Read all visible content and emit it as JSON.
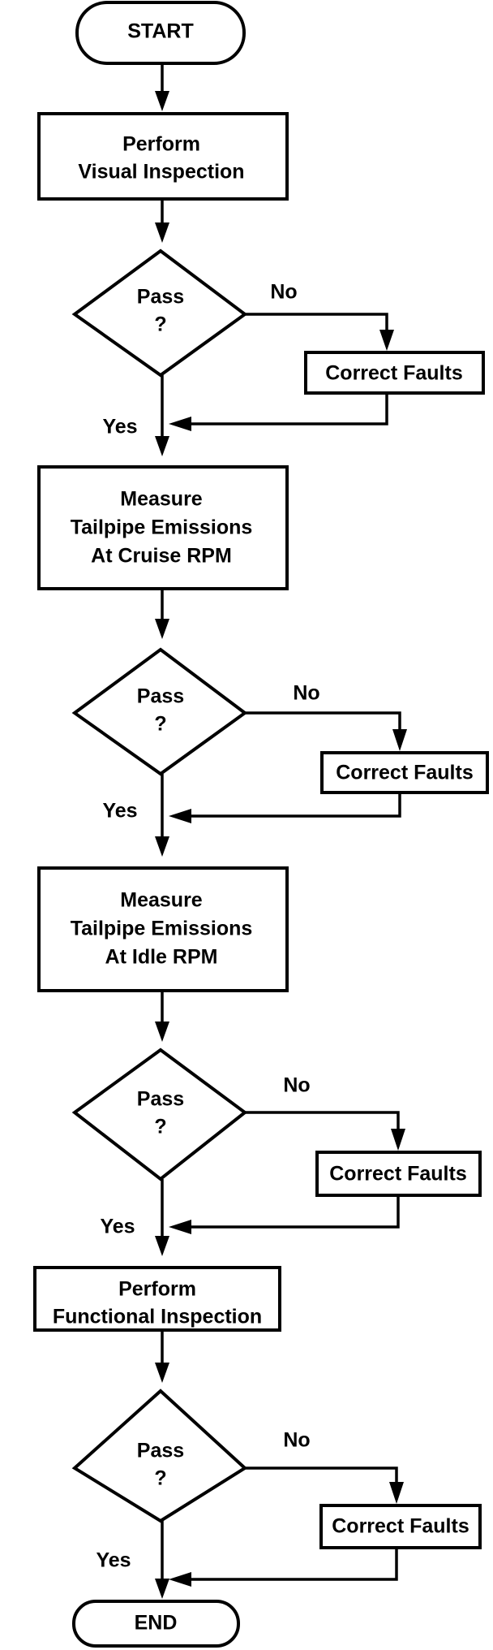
{
  "start_label": "START",
  "end_label": "END",
  "steps": [
    {
      "lines": [
        "Perform",
        "Visual Inspection"
      ]
    },
    {
      "lines": [
        "Measure",
        "Tailpipe Emissions",
        "At Cruise RPM"
      ]
    },
    {
      "lines": [
        "Measure",
        "Tailpipe Emissions",
        "At Idle RPM"
      ]
    },
    {
      "lines": [
        "Perform",
        "Functional Inspection"
      ]
    }
  ],
  "decisions": [
    {
      "question_lines": [
        "Pass",
        "?"
      ],
      "no_label": "No",
      "yes_label": "Yes",
      "fix_label": "Correct Faults"
    },
    {
      "question_lines": [
        "Pass",
        "?"
      ],
      "no_label": "No",
      "yes_label": "Yes",
      "fix_label": "Correct Faults"
    },
    {
      "question_lines": [
        "Pass",
        "?"
      ],
      "no_label": "No",
      "yes_label": "Yes",
      "fix_label": "Correct Faults"
    },
    {
      "question_lines": [
        "Pass",
        "?"
      ],
      "no_label": "No",
      "yes_label": "Yes",
      "fix_label": "Correct Faults"
    }
  ],
  "colors": {
    "stroke": "#000000",
    "fill": "#ffffff",
    "text": "#000000"
  }
}
